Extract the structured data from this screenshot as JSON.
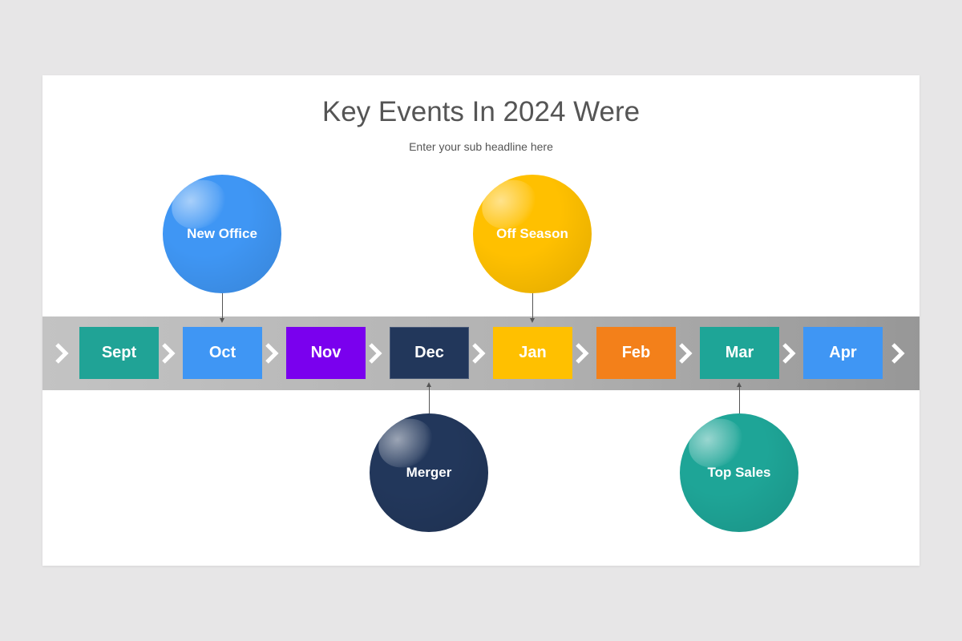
{
  "slide": {
    "title": "Key Events In 2024 Were",
    "subtitle": "Enter your sub headline here"
  },
  "timeline": {
    "months": [
      {
        "label": "Sept",
        "color": "#20a396"
      },
      {
        "label": "Oct",
        "color": "#3f96f4"
      },
      {
        "label": "Nov",
        "color": "#7a00ee"
      },
      {
        "label": "Dec",
        "color": "#22375b"
      },
      {
        "label": "Jan",
        "color": "#ffc000"
      },
      {
        "label": "Feb",
        "color": "#f3801a"
      },
      {
        "label": "Mar",
        "color": "#1ea597"
      },
      {
        "label": "Apr",
        "color": "#3f96f4"
      }
    ],
    "chevron_icon": "chevron-right-icon",
    "band_color": "#b6b6b6"
  },
  "events": [
    {
      "label": "New Office",
      "month": "Oct",
      "color": "#3f96f4",
      "side": "top"
    },
    {
      "label": "Off Season",
      "month": "Jan",
      "color": "#ffc000",
      "side": "top"
    },
    {
      "label": "Merger",
      "month": "Dec",
      "color": "#22375b",
      "side": "bottom"
    },
    {
      "label": "Top Sales",
      "month": "Mar",
      "color": "#1ea597",
      "side": "bottom"
    }
  ]
}
